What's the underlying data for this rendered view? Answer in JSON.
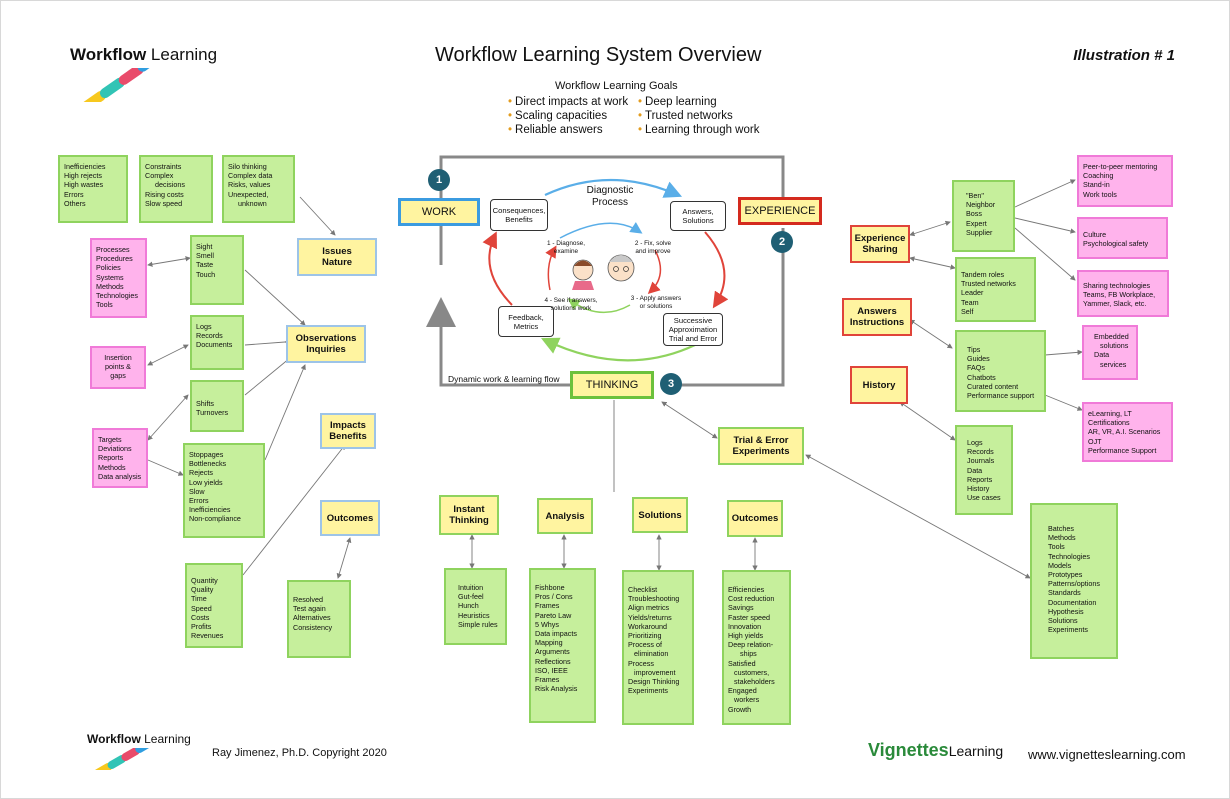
{
  "header": {
    "logo_word": "Workflow",
    "logo_light": "Learning",
    "title": "Workflow Learning System Overview",
    "illustration": "Illustration # 1"
  },
  "goals": {
    "title": "Workflow Learning Goals",
    "left": [
      "Direct impacts at work",
      "Scaling capacities",
      "Reliable answers"
    ],
    "right": [
      "Deep learning",
      "Trusted networks",
      "Learning through work"
    ]
  },
  "center": {
    "work": "WORK",
    "experience": "EXPERIENCE",
    "thinking": "THINKING",
    "num1": "1",
    "num2": "2",
    "num3": "3",
    "diagnostic": [
      "Diagnostic",
      "Process"
    ],
    "consequences": [
      "Consequences,",
      "Benefits"
    ],
    "answers": [
      "Answers,",
      "Solutions"
    ],
    "feedback": [
      "Feedback,",
      "Metrics"
    ],
    "successive": [
      "Successive",
      "Approximation",
      "Trial and Error"
    ],
    "step1": [
      "1 - Diagnose,",
      "examine"
    ],
    "step2": [
      "2 - Fix, solve",
      "and improve"
    ],
    "step3": [
      "3 - Apply answers",
      "or solutions"
    ],
    "step4": [
      "4 - See if answers,",
      "solutions work"
    ],
    "dynamic": "Dynamic work & learning flow"
  },
  "left": {
    "problems1": [
      "Inefficiencies",
      "High rejects",
      "High wastes",
      "Errors",
      "Others"
    ],
    "problems2": [
      "Constraints",
      "Complex",
      "decisions",
      "Rising costs",
      "Slow speed"
    ],
    "problems3": [
      "Silo thinking",
      "Complex data",
      "Risks, values",
      "Unexpected,",
      "unknown"
    ],
    "issues": [
      "Issues",
      "Nature"
    ],
    "processes": [
      "Processes",
      "Procedures",
      "Policies",
      "Systems",
      "Methods",
      "Technologies",
      "Tools"
    ],
    "senses": [
      "Sight",
      "Smell",
      "Taste",
      "Touch"
    ],
    "logs": [
      "Logs",
      "Records",
      "Documents"
    ],
    "insertion": [
      "Insertion",
      "points &",
      "gaps"
    ],
    "observations": [
      "Observations",
      "Inquiries"
    ],
    "shifts": [
      "Shifts",
      "Turnovers"
    ],
    "targets": [
      "Targets",
      "Deviations",
      "Reports",
      "Methods",
      "Data analysis"
    ],
    "stoppages": [
      "Stoppages",
      "Bottlenecks",
      "Rejects",
      "Low yields",
      "Slow",
      "Errors",
      "Inefficiencies",
      "Non-compliance"
    ],
    "impacts": [
      "Impacts",
      "Benefits"
    ],
    "outcomes_hd": [
      "Outcomes"
    ],
    "quantity": [
      "Quantity",
      "Quality",
      "Time",
      "Speed",
      "Costs",
      "Profits",
      "Revenues"
    ],
    "resolved": [
      "Resolved",
      "Test again",
      "Alternatives",
      "Consistency"
    ]
  },
  "bottom": {
    "instant": [
      "Instant",
      "Thinking"
    ],
    "analysis": [
      "Analysis"
    ],
    "solutions": [
      "Solutions"
    ],
    "outcomes": [
      "Outcomes"
    ],
    "intuition": [
      "Intuition",
      "Gut-feel",
      "Hunch",
      "Heuristics",
      "Simple rules"
    ],
    "fishbone": [
      "Fishbone",
      "Pros / Cons",
      "Frames",
      "Pareto Law",
      "5 Whys",
      "Data impacts",
      "Mapping",
      "Arguments",
      "Reflections",
      "ISO, IEEE",
      "Frames",
      "Risk Analysis"
    ],
    "checklist": [
      "Checklist",
      "Troubleshooting",
      "Align metrics",
      "Yields/returns",
      "Workaround",
      "Prioritizing",
      "Process of",
      "elimination",
      "Process",
      "improvement",
      "Design Thinking",
      "Experiments"
    ],
    "efficiencies": [
      "Efficiencies",
      "Cost reduction",
      "Savings",
      "Faster speed",
      "Innovation",
      "High yields",
      "Deep relation-",
      "ships",
      "Satisfied",
      "customers,",
      "stakeholders",
      "Engaged",
      "workers",
      "Growth"
    ],
    "trial": [
      "Trial & Error",
      "Experiments"
    ]
  },
  "right": {
    "experience_sharing": [
      "Experience",
      "Sharing"
    ],
    "ben": [
      "\"Ben\"",
      "Neighbor",
      "Boss",
      "Expert",
      "Supplier"
    ],
    "peer": [
      "Peer-to-peer mentoring",
      "Coaching",
      "Stand-in",
      "Work tools"
    ],
    "culture": [
      "Culture",
      "Psychological safety"
    ],
    "tandem": [
      "Tandem roles",
      "Trusted networks",
      "Leader",
      "Team",
      "Self"
    ],
    "sharing_tech": [
      "Sharing technologies",
      "Teams, FB Workplace,",
      "Yammer, Slack, etc."
    ],
    "answers_instr": [
      "Answers",
      "Instructions"
    ],
    "tips": [
      "Tips",
      "Guides",
      "FAQs",
      "Chatbots",
      "Curated content",
      "Performance support"
    ],
    "embedded": [
      "Embedded",
      "solutions",
      "Data",
      "services"
    ],
    "history": [
      "History"
    ],
    "elearning": [
      "eLearning, LT",
      "Certifications",
      "AR, VR, A.I. Scenarios",
      "OJT",
      "Performance Support"
    ],
    "logs2": [
      "Logs",
      "Records",
      "Journals",
      "Data",
      "Reports",
      "History",
      "Use cases"
    ],
    "batches": [
      "Batches",
      "Methods",
      "Tools",
      "Technologies",
      "Models",
      "Prototypes",
      "Patterns/options",
      "Standards",
      "Documentation",
      "Hypothesis",
      "Solutions",
      "Experiments"
    ]
  },
  "footer": {
    "logo_word": "Workflow",
    "logo_light": "Learning",
    "copyright": "Ray Jimenez, Ph.D. Copyright 2020",
    "vignettes": "Vignettes",
    "vignettes_light": "Learning",
    "url": "www.vignetteslearning.com"
  },
  "colors": {
    "green_box": "#c6ef9c",
    "pink_box": "#ffb3ec",
    "yellow_box": "#fff4a0",
    "red_border": "#e0443a",
    "blue_border": "#9dc4e8",
    "arrow_blue": "#5aaee8",
    "arrow_red": "#e0443a",
    "arrow_green": "#8fd35e",
    "badge": "#1f5f74"
  }
}
